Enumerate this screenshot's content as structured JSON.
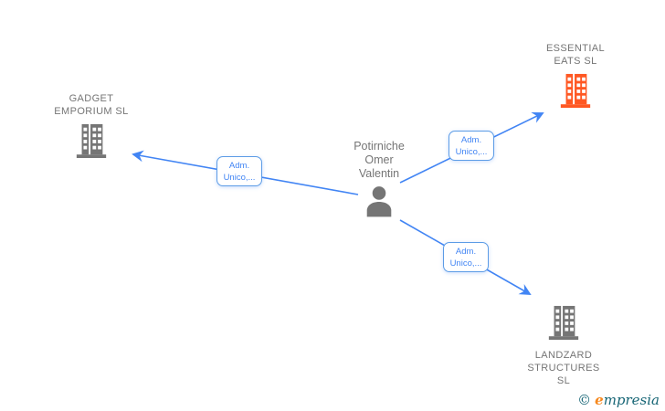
{
  "app": {
    "type": "corporate-relationship-graph"
  },
  "colors": {
    "background": "#ffffff",
    "edge_blue": "#4285f4",
    "edge_label_border": "#5c9ce6",
    "edge_label_text": "#4285f4",
    "node_gray": "#757575",
    "node_orange": "#ff5722",
    "text_gray": "#757575",
    "brand_teal": "#166575",
    "brand_orange": "#f6891f"
  },
  "person": {
    "name_lines": [
      "Potirniche",
      "Omer",
      "Valentin"
    ],
    "icon": "person-icon"
  },
  "companies": [
    {
      "id": "gadget-emporium",
      "name_lines": [
        "GADGET",
        "EMPORIUM SL"
      ],
      "icon": "building-icon",
      "icon_color": "#757575"
    },
    {
      "id": "essential-eats",
      "name_lines": [
        "ESSENTIAL",
        "EATS SL"
      ],
      "icon": "building-icon",
      "icon_color": "#ff5722"
    },
    {
      "id": "landzard-structures",
      "name_lines": [
        "LANDZARD",
        "STRUCTURES",
        "SL"
      ],
      "icon": "building-icon",
      "icon_color": "#757575"
    }
  ],
  "edges": [
    {
      "from": "person",
      "to": "gadget-emporium",
      "label_lines": [
        "Adm.",
        "Unico,..."
      ]
    },
    {
      "from": "person",
      "to": "essential-eats",
      "label_lines": [
        "Adm.",
        "Unico,..."
      ]
    },
    {
      "from": "person",
      "to": "landzard-structures",
      "label_lines": [
        "Adm.",
        "Unico,..."
      ]
    }
  ],
  "watermark": {
    "copyright_symbol": "©",
    "brand_initial": "e",
    "brand_rest": "mpresia"
  }
}
